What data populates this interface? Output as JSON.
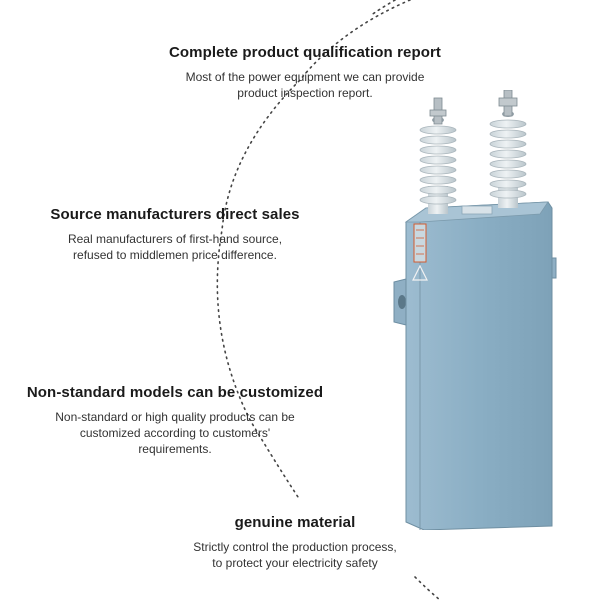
{
  "features": [
    {
      "title": "Complete product qualification report",
      "description": "Most of the power equipment we can provide\nproduct inspection report."
    },
    {
      "title": "Source manufacturers direct sales",
      "description": "Real manufacturers of first-hand source,\nrefused to middlemen price difference."
    },
    {
      "title": "Non-standard models can be customized",
      "description": "Non-standard or high quality products can be\ncustomized according to customers'\nrequirements."
    },
    {
      "title": "genuine material",
      "description": "Strictly control the production process,\nto protect your electricity safety"
    }
  ],
  "colors": {
    "capacitor_body": "#8fb0c6",
    "insulator": "#dfe6ea",
    "text": "#1a1a1a",
    "dotted_arc": "#444444"
  }
}
